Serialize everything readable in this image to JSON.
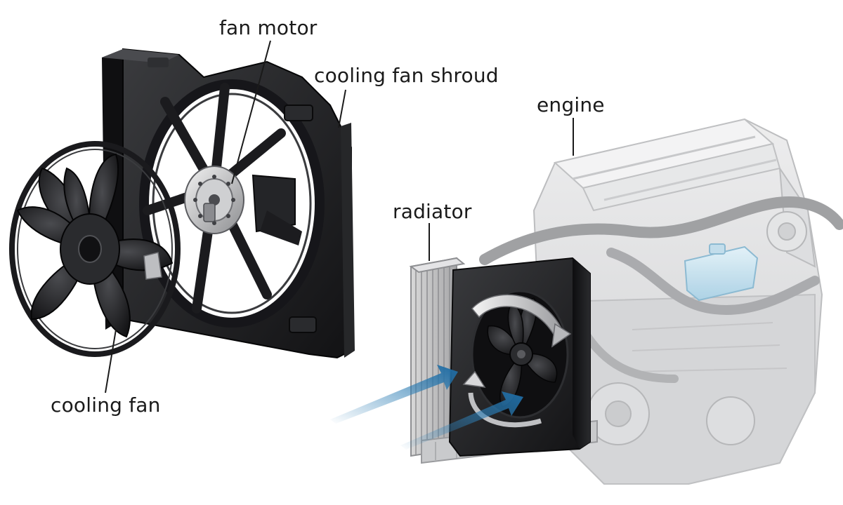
{
  "labels": {
    "fan_motor": "fan motor",
    "cooling_fan_shroud": "cooling fan shroud",
    "engine": "engine",
    "radiator": "radiator",
    "cooling_fan": "cooling fan"
  },
  "colors": {
    "part_dark": "#1c1c1e",
    "engine_ghost": "#d9dadb",
    "coolant_tank": "#cfe6f2",
    "airflow": "#2f7fb5"
  }
}
